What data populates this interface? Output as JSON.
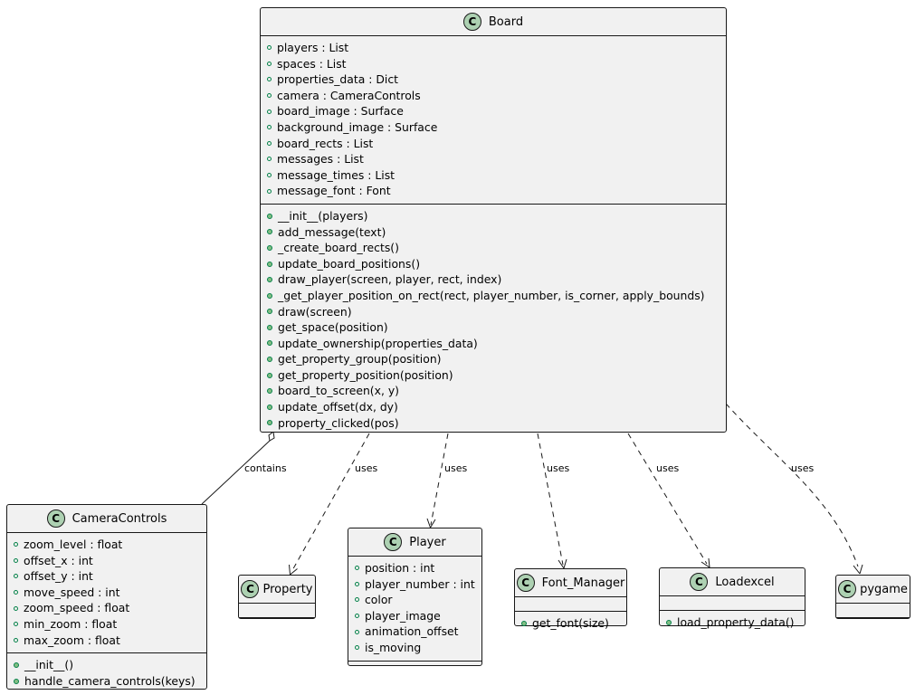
{
  "classes": {
    "board": {
      "icon": "C",
      "name": "Board",
      "fields": [
        "players : List",
        "spaces : List",
        "properties_data : Dict",
        "camera : CameraControls",
        "board_image : Surface",
        "background_image : Surface",
        "board_rects : List",
        "messages : List",
        "message_times : List",
        "message_font : Font"
      ],
      "methods": [
        "__init__(players)",
        "add_message(text)",
        "_create_board_rects()",
        "update_board_positions()",
        "draw_player(screen, player, rect, index)",
        "_get_player_position_on_rect(rect, player_number, is_corner, apply_bounds)",
        "draw(screen)",
        "get_space(position)",
        "update_ownership(properties_data)",
        "get_property_group(position)",
        "get_property_position(position)",
        "board_to_screen(x, y)",
        "update_offset(dx, dy)",
        "property_clicked(pos)"
      ]
    },
    "camera_controls": {
      "icon": "C",
      "name": "CameraControls",
      "fields": [
        "zoom_level : float",
        "offset_x : int",
        "offset_y : int",
        "move_speed : int",
        "zoom_speed : float",
        "min_zoom : float",
        "max_zoom : float"
      ],
      "methods": [
        "__init__()",
        "handle_camera_controls(keys)"
      ]
    },
    "property": {
      "icon": "C",
      "name": "Property",
      "fields": [],
      "methods": []
    },
    "player": {
      "icon": "C",
      "name": "Player",
      "fields": [
        "position : int",
        "player_number : int",
        "color",
        "player_image",
        "animation_offset",
        "is_moving"
      ],
      "methods": []
    },
    "font_manager": {
      "icon": "C",
      "name": "Font_Manager",
      "fields": [],
      "methods": [
        "get_font(size)"
      ]
    },
    "loadexcel": {
      "icon": "C",
      "name": "Loadexcel",
      "fields": [],
      "methods": [
        "load_property_data()"
      ]
    },
    "pygame": {
      "icon": "C",
      "name": "pygame",
      "fields": [],
      "methods": []
    }
  },
  "relations": [
    {
      "from": "board",
      "to": "camera_controls",
      "kind": "aggregation",
      "label": "contains"
    },
    {
      "from": "board",
      "to": "property",
      "kind": "dependency",
      "label": "uses"
    },
    {
      "from": "board",
      "to": "player",
      "kind": "dependency",
      "label": "uses"
    },
    {
      "from": "board",
      "to": "font_manager",
      "kind": "dependency",
      "label": "uses"
    },
    {
      "from": "board",
      "to": "loadexcel",
      "kind": "dependency",
      "label": "uses"
    },
    {
      "from": "board",
      "to": "pygame",
      "kind": "dependency",
      "label": "uses"
    }
  ],
  "colors": {
    "class_fill": "#f1f1f1",
    "border": "#181818",
    "class_icon": "#add1b2",
    "visibility_stroke": "#038048",
    "method_dot": "#84be84"
  }
}
